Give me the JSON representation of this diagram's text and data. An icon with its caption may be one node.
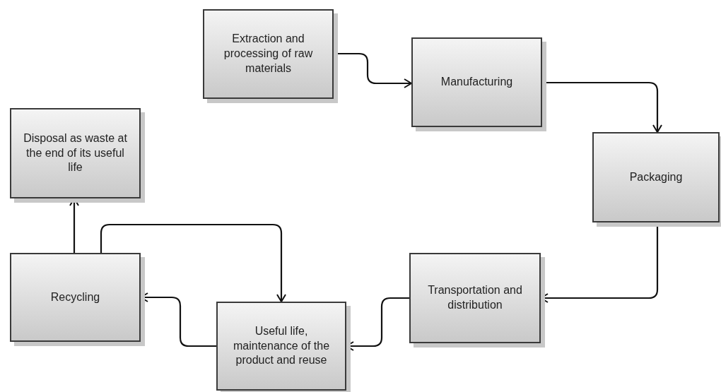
{
  "diagram": {
    "nodes": [
      {
        "text": [
          "Extraction and processing of raw materials"
        ]
      },
      {
        "text": [
          "Manufacturing"
        ]
      },
      {
        "text": [
          "Packaging"
        ]
      },
      {
        "text": [
          "Transportation and distribution"
        ]
      },
      {
        "text": [
          "Useful life, maintenance of the product and reuse"
        ]
      },
      {
        "text": [
          "Recycling"
        ]
      },
      {
        "text": [
          "Disposal as waste at the end of its useful life"
        ]
      }
    ],
    "edges": [
      {
        "from": 0,
        "to": 1,
        "arrow": "to"
      },
      {
        "from": 1,
        "to": 2,
        "arrow": "to"
      },
      {
        "from": 2,
        "to": 3,
        "arrow": "to"
      },
      {
        "from": 3,
        "to": 4,
        "arrow": "to"
      },
      {
        "from": 4,
        "to": 5,
        "arrow": "to"
      },
      {
        "from": 5,
        "to": 4,
        "arrow": "to"
      },
      {
        "from": 5,
        "to": 6,
        "arrow": "to"
      }
    ]
  }
}
